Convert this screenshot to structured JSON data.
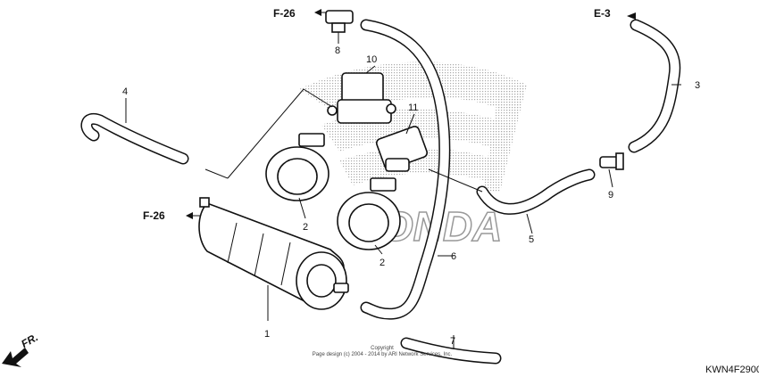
{
  "diagram": {
    "callouts": [
      {
        "id": "c1",
        "label": "1"
      },
      {
        "id": "c2a",
        "label": "2"
      },
      {
        "id": "c2b",
        "label": "2"
      },
      {
        "id": "c3",
        "label": "3"
      },
      {
        "id": "c4",
        "label": "4"
      },
      {
        "id": "c5",
        "label": "5"
      },
      {
        "id": "c6",
        "label": "6"
      },
      {
        "id": "c7",
        "label": "7"
      },
      {
        "id": "c8",
        "label": "8"
      },
      {
        "id": "c9",
        "label": "9"
      },
      {
        "id": "c10",
        "label": "10"
      },
      {
        "id": "c11",
        "label": "11"
      }
    ],
    "references": [
      {
        "id": "r1",
        "label": "F-26"
      },
      {
        "id": "r2",
        "label": "E-3"
      },
      {
        "id": "r3",
        "label": "F-26"
      }
    ],
    "direction_label": "FR.",
    "copyright_line1": "Copyright",
    "copyright_line2": "Page design (c) 2004 - 2014 by ARI Network Services, Inc.",
    "diagram_code": "KWN4F2900",
    "watermark_brand": "HONDA",
    "colors": {
      "line": "#111111",
      "watermark": "#bbbbbb",
      "background": "#ffffff"
    }
  }
}
